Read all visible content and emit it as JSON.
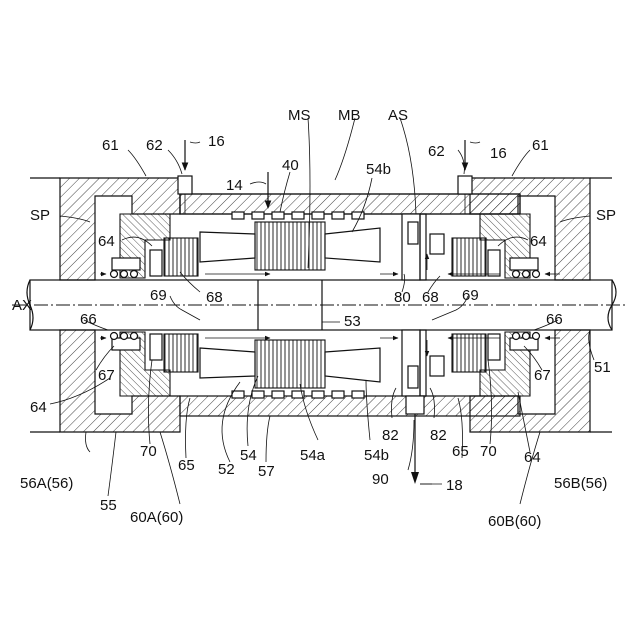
{
  "labels": {
    "l16a": "16",
    "l16b": "16",
    "l61a": "61",
    "l61b": "61",
    "l62a": "62",
    "l62b": "62",
    "l14": "14",
    "l40": "40",
    "lMS": "MS",
    "lMB": "MB",
    "lAS": "AS",
    "l54b_top": "54b",
    "lSPa": "SP",
    "lSPb": "SP",
    "l64a": "64",
    "l64b": "64",
    "l64c": "64",
    "l64d": "64",
    "l68a": "68",
    "l68b": "68",
    "l80": "80",
    "lAX": "AX",
    "l69a": "69",
    "l69b": "69",
    "l66a": "66",
    "l66b": "66",
    "l53": "53",
    "l67a": "67",
    "l67b": "67",
    "l51": "51",
    "l70a": "70",
    "l70b": "70",
    "l82a": "82",
    "l82b": "82",
    "l54b_bot": "54b",
    "l65a": "65",
    "l65b": "65",
    "l52": "52",
    "l54": "54",
    "l54a": "54a",
    "l57": "57",
    "l90": "90",
    "l18": "18",
    "l56A": "56A(56)",
    "l56B": "56B(56)",
    "l55": "55",
    "l60A": "60A(60)",
    "l60B": "60B(60)"
  },
  "icons": [
    "flow-arrow-icon",
    "cooling-inlet-arrow-icon",
    "cooling-outlet-arrow-icon"
  ]
}
